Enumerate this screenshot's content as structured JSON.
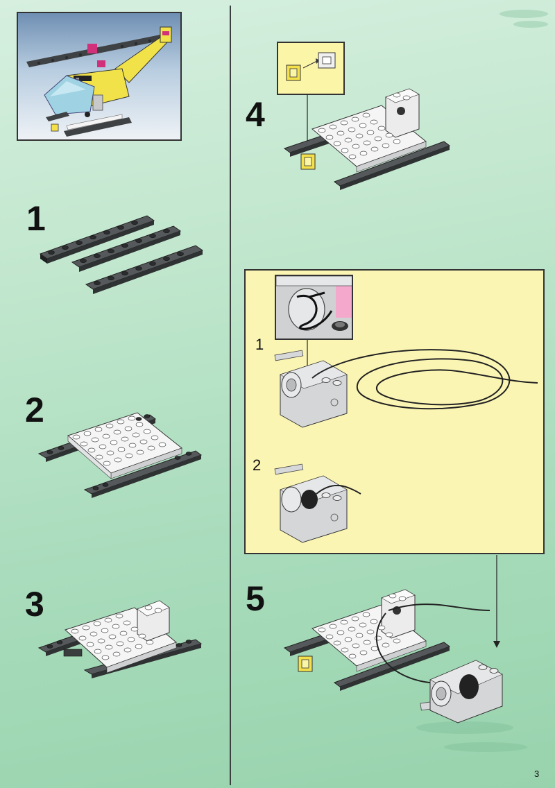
{
  "steps": [
    {
      "number": "1"
    },
    {
      "number": "2"
    },
    {
      "number": "3"
    },
    {
      "number": "4"
    },
    {
      "number": "5"
    }
  ],
  "substeps": [
    {
      "number": "1"
    },
    {
      "number": "2"
    }
  ],
  "page_number": "3",
  "colors": {
    "background": "#a9dcbc",
    "dark_gray": "#3f4244",
    "white_brick": "#f4f4f4",
    "light_gray": "#d4d6d8",
    "yellow": "#f4e04a",
    "callout_yellow": "#fbf5b4"
  }
}
